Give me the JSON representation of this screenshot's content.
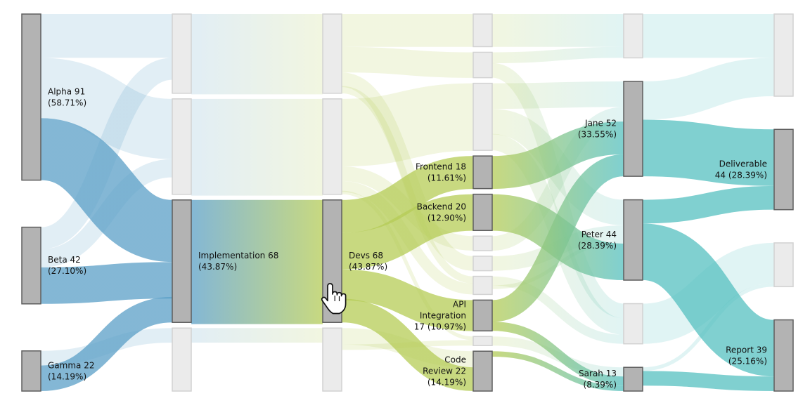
{
  "chart_data": {
    "type": "sankey",
    "total": 155,
    "highlighted_node": "Devs",
    "columns": [
      [
        {
          "id": "Alpha",
          "name": "Alpha",
          "value": 91,
          "pct": "58.71%",
          "active": true,
          "label": [
            "Alpha 91",
            "(58.71%)"
          ]
        },
        {
          "id": "Beta",
          "name": "Beta",
          "value": 42,
          "pct": "27.10%",
          "active": true,
          "label": [
            "Beta 42",
            "(27.10%)"
          ]
        },
        {
          "id": "Gamma",
          "name": "Gamma",
          "value": 22,
          "pct": "14.19%",
          "active": true,
          "label": [
            "Gamma 22",
            "(14.19%)"
          ]
        }
      ],
      [
        {
          "id": "C1A",
          "value": 44,
          "active": false
        },
        {
          "id": "C1B",
          "value": 53,
          "active": false
        },
        {
          "id": "Implementation",
          "name": "Implementation",
          "value": 68,
          "pct": "43.87%",
          "active": true,
          "label": [
            "Implementation 68",
            "(43.87%)"
          ]
        },
        {
          "id": "C1D",
          "value": 35,
          "active": false
        }
      ],
      [
        {
          "id": "C2A",
          "value": 44,
          "active": false
        },
        {
          "id": "C2B",
          "value": 53,
          "active": false
        },
        {
          "id": "Devs",
          "name": "Devs",
          "value": 68,
          "pct": "43.87%",
          "active": true,
          "label": [
            "Devs 68",
            "(43.87%)"
          ]
        },
        {
          "id": "C2D",
          "value": 35,
          "active": false
        }
      ],
      [
        {
          "id": "C3A",
          "value": 18,
          "active": false
        },
        {
          "id": "C3B",
          "value": 14,
          "active": false
        },
        {
          "id": "C3C",
          "value": 37,
          "active": false
        },
        {
          "id": "Frontend",
          "name": "Frontend",
          "value": 18,
          "pct": "11.61%",
          "active": true,
          "label": [
            "Frontend 18",
            "(11.61%)"
          ]
        },
        {
          "id": "Backend",
          "name": "Backend",
          "value": 20,
          "pct": "12.90%",
          "active": true,
          "label": [
            "Backend 20",
            "(12.90%)"
          ]
        },
        {
          "id": "C3F",
          "value": 8,
          "active": false
        },
        {
          "id": "C3G",
          "value": 8,
          "active": false
        },
        {
          "id": "C3H",
          "value": 10,
          "active": false
        },
        {
          "id": "API",
          "name": "API Integration",
          "value": 17,
          "pct": "10.97%",
          "active": true,
          "label": [
            "API",
            "Integration",
            "17 (10.97%)"
          ]
        },
        {
          "id": "C3J",
          "value": 5,
          "active": false
        },
        {
          "id": "CodeReview",
          "name": "Code Review",
          "value": 22,
          "pct": "14.19%",
          "active": true,
          "label": [
            "Code",
            "Review 22",
            "(14.19%)"
          ]
        }
      ],
      [
        {
          "id": "C4A",
          "value": 24,
          "active": false
        },
        {
          "id": "Jane",
          "name": "Jane",
          "value": 52,
          "pct": "33.55%",
          "active": true,
          "label": [
            "Jane 52",
            "(33.55%)"
          ]
        },
        {
          "id": "Peter",
          "name": "Peter",
          "value": 44,
          "pct": "28.39%",
          "active": true,
          "label": [
            "Peter 44",
            "(28.39%)"
          ]
        },
        {
          "id": "C4D",
          "value": 22,
          "active": false
        },
        {
          "id": "Sarah",
          "name": "Sarah",
          "value": 13,
          "pct": "8.39%",
          "active": true,
          "label": [
            "Sarah 13",
            "(8.39%)"
          ]
        }
      ],
      [
        {
          "id": "C5A",
          "value": 45,
          "active": false
        },
        {
          "id": "Deliverable",
          "name": "Deliverable",
          "value": 44,
          "pct": "28.39%",
          "active": true,
          "label": [
            "Deliverable",
            "44 (28.39%)"
          ]
        },
        {
          "id": "C5C",
          "value": 24,
          "active": false
        },
        {
          "id": "Report",
          "name": "Report",
          "value": 39,
          "pct": "25.16%",
          "active": true,
          "label": [
            "Report 39",
            "(25.16%)"
          ]
        }
      ]
    ],
    "links": [
      {
        "source": "Alpha",
        "target": "C1A",
        "value": 24,
        "active": false
      },
      {
        "source": "Alpha",
        "target": "C1B",
        "value": 33,
        "active": false
      },
      {
        "source": "Alpha",
        "target": "Implementation",
        "value": 34,
        "active": true
      },
      {
        "source": "Beta",
        "target": "C1A",
        "value": 12,
        "active": false
      },
      {
        "source": "Beta",
        "target": "C1B",
        "value": 10,
        "active": false
      },
      {
        "source": "Beta",
        "target": "Implementation",
        "value": 20,
        "active": true
      },
      {
        "source": "Gamma",
        "target": "Implementation",
        "value": 14,
        "active": true
      },
      {
        "source": "Gamma",
        "target": "C1D",
        "value": 8,
        "active": false
      },
      {
        "source": "Alpha",
        "target": "C1D",
        "value": 0,
        "active": false
      },
      {
        "source": "C1A",
        "target": "C2A",
        "value": 44,
        "active": false
      },
      {
        "source": "C1B",
        "target": "C2B",
        "value": 53,
        "active": false
      },
      {
        "source": "Implementation",
        "target": "Devs",
        "value": 68,
        "active": true
      },
      {
        "source": "C1D",
        "target": "C2D",
        "value": 8,
        "active": false
      },
      {
        "source": "C2A",
        "target": "C3A",
        "value": 18,
        "active": false
      },
      {
        "source": "C2A",
        "target": "C3B",
        "value": 14,
        "active": false
      },
      {
        "source": "C2A",
        "target": "C3G",
        "value": 8,
        "active": false
      },
      {
        "source": "C2A",
        "target": "C3H",
        "value": 4,
        "active": false
      },
      {
        "source": "C2B",
        "target": "C3C",
        "value": 37,
        "active": false
      },
      {
        "source": "C2B",
        "target": "C3F",
        "value": 8,
        "active": false
      },
      {
        "source": "C2B",
        "target": "C3H",
        "value": 6,
        "active": false
      },
      {
        "source": "C2B",
        "target": "C3J",
        "value": 2,
        "active": false
      },
      {
        "source": "Devs",
        "target": "Frontend",
        "value": 18,
        "active": true
      },
      {
        "source": "Devs",
        "target": "Backend",
        "value": 20,
        "active": true
      },
      {
        "source": "Devs",
        "target": "API",
        "value": 17,
        "active": true
      },
      {
        "source": "Devs",
        "target": "CodeReview",
        "value": 13,
        "active": true
      },
      {
        "source": "C2D",
        "target": "CodeReview",
        "value": 9,
        "active": false
      },
      {
        "source": "C2D",
        "target": "C3J",
        "value": 3,
        "active": false
      },
      {
        "source": "C3A",
        "target": "C4A",
        "value": 18,
        "active": false
      },
      {
        "source": "C3B",
        "target": "C4A",
        "value": 6,
        "active": false
      },
      {
        "source": "C3B",
        "target": "C4D",
        "value": 8,
        "active": false
      },
      {
        "source": "C3C",
        "target": "Jane",
        "value": 14,
        "active": false
      },
      {
        "source": "C3C",
        "target": "Peter",
        "value": 14,
        "active": false
      },
      {
        "source": "C3C",
        "target": "C4D",
        "value": 9,
        "active": false
      },
      {
        "source": "Frontend",
        "target": "Jane",
        "value": 18,
        "active": true
      },
      {
        "source": "Backend",
        "target": "Peter",
        "value": 20,
        "active": true
      },
      {
        "source": "C3F",
        "target": "Jane",
        "value": 8,
        "active": false
      },
      {
        "source": "C3G",
        "target": "Peter",
        "value": 8,
        "active": false
      },
      {
        "source": "C3H",
        "target": "C4D",
        "value": 5,
        "active": false
      },
      {
        "source": "C3H",
        "target": "Peter",
        "value": 2,
        "active": false
      },
      {
        "source": "API",
        "target": "Jane",
        "value": 12,
        "active": true
      },
      {
        "source": "API",
        "target": "Sarah",
        "value": 5,
        "active": true
      },
      {
        "source": "C3J",
        "target": "Sarah",
        "value": 5,
        "active": false
      },
      {
        "source": "CodeReview",
        "target": "Sarah",
        "value": 3,
        "active": true
      },
      {
        "source": "CodeReview",
        "target": "Peter",
        "value": 0,
        "active": true
      },
      {
        "source": "C4A",
        "target": "C5A",
        "value": 24,
        "active": false
      },
      {
        "source": "Jane",
        "target": "C5A",
        "value": 21,
        "active": false
      },
      {
        "source": "Jane",
        "target": "Deliverable",
        "value": 31,
        "active": true
      },
      {
        "source": "Peter",
        "target": "Deliverable",
        "value": 13,
        "active": true
      },
      {
        "source": "Peter",
        "target": "Report",
        "value": 31,
        "active": true
      },
      {
        "source": "C4D",
        "target": "C5C",
        "value": 22,
        "active": false
      },
      {
        "source": "Sarah",
        "target": "Report",
        "value": 8,
        "active": true
      },
      {
        "source": "Sarah",
        "target": "C5C",
        "value": 2,
        "active": false
      }
    ],
    "colors": {
      "blue": "#5a9fc7",
      "olive": "#b5cc56",
      "teal": "#55c0c0",
      "node_active_fill": "#b3b3b3",
      "node_active_stroke": "#5e5e5e",
      "node_dim_fill": "#ebebeb",
      "node_dim_stroke": "#d2d2d2"
    }
  },
  "cursor": {
    "icon": "hand-pointer-icon"
  }
}
